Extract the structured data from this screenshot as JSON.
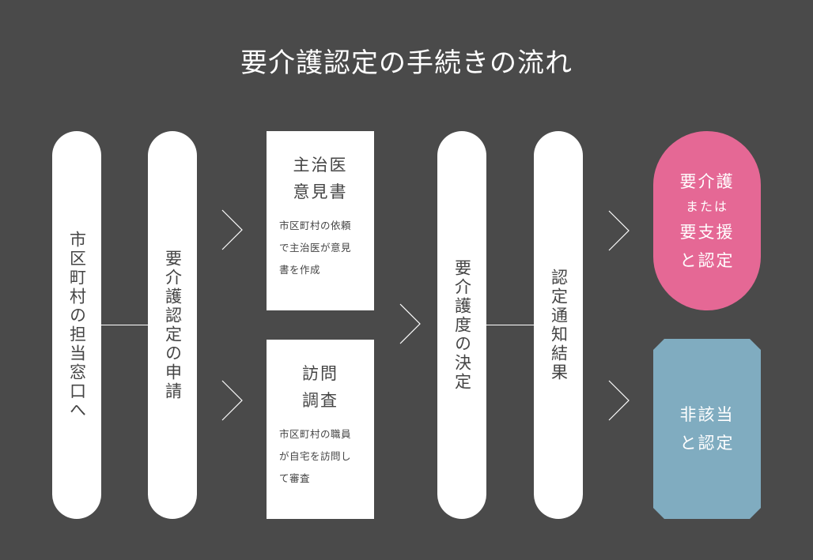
{
  "title": "要介護認定の手続きの流れ",
  "steps": {
    "step1": {
      "label": "市区町村の担当窓口へ"
    },
    "step2": {
      "label": "要介護認定の申請"
    },
    "doctor_opinion": {
      "heading_line1": "主治医",
      "heading_line2": "意見書",
      "description_lines": [
        "市区町村の依頼",
        "で主治医が意見",
        "書を作成"
      ]
    },
    "home_visit": {
      "heading_line1": "訪問",
      "heading_line2": "調査",
      "description_lines": [
        "市区町村の職員",
        "が自宅を訪問し",
        "て審査"
      ]
    },
    "step4": {
      "label": "要介護度の決定"
    },
    "step5": {
      "label": "認定通知結果"
    }
  },
  "results": {
    "positive": {
      "line1": "要介護",
      "line2": "または",
      "line3": "要支援",
      "line4": "と認定",
      "color": "#e56895"
    },
    "negative": {
      "line1": "非該当",
      "line2": "と認定",
      "color": "#80acc0"
    }
  },
  "icons": {
    "arrow": "chevron-right-icon"
  },
  "colors": {
    "background": "#4a4a4a",
    "box": "#ffffff",
    "text_dark": "#444444"
  }
}
